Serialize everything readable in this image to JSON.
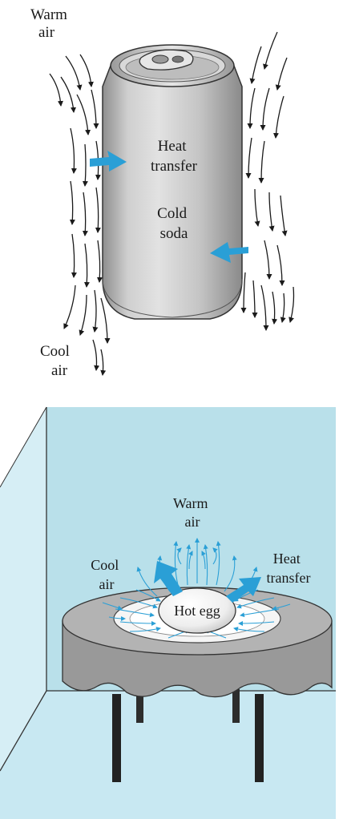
{
  "top_figure": {
    "labels": {
      "warm_air": [
        "Warm",
        "air"
      ],
      "heat_transfer": [
        "Heat",
        "transfer"
      ],
      "cold_soda": [
        "Cold",
        "soda"
      ],
      "cool_air": [
        "Cool",
        "air"
      ]
    }
  },
  "bottom_figure": {
    "labels": {
      "warm_air": [
        "Warm",
        "air"
      ],
      "cool_air": [
        "Cool",
        "air"
      ],
      "heat_transfer": [
        "Heat",
        "transfer"
      ],
      "hot_egg": "Hot egg"
    }
  },
  "colors": {
    "accent_blue": "#2a9fd6",
    "room_wall": "#b9e0ea",
    "room_side": "#d6eef5",
    "room_floor": "#c8e8f2",
    "tablecloth": "#9e9e9e",
    "can_body": "#c8c8c8"
  }
}
